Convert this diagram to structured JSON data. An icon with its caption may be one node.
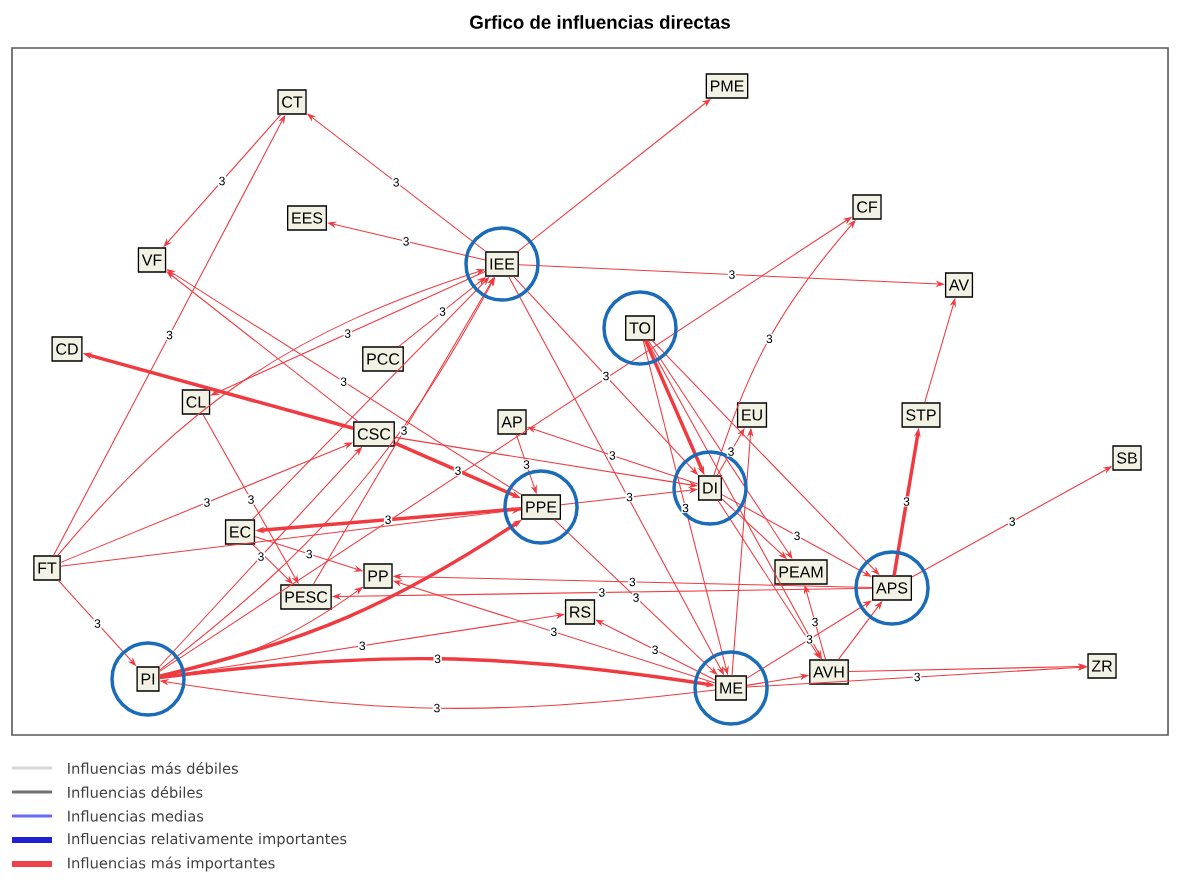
{
  "diagram": {
    "title": "Grfico de influencias directas",
    "nodes": [
      {
        "text": [
          "CT"
        ]
      },
      {
        "text": [
          "PME"
        ]
      },
      {
        "text": [
          "EES"
        ]
      },
      {
        "text": [
          "CF"
        ]
      },
      {
        "text": [
          "VF"
        ]
      },
      {
        "text": [
          "IEE"
        ]
      },
      {
        "text": [
          "AV"
        ]
      },
      {
        "text": [
          "TO"
        ]
      },
      {
        "text": [
          "CD"
        ]
      },
      {
        "text": [
          "PCC"
        ]
      },
      {
        "text": [
          "CL"
        ]
      },
      {
        "text": [
          "CSC"
        ]
      },
      {
        "text": [
          "AP"
        ]
      },
      {
        "text": [
          "EU"
        ]
      },
      {
        "text": [
          "STP"
        ]
      },
      {
        "text": [
          "SB"
        ]
      },
      {
        "text": [
          "DI"
        ]
      },
      {
        "text": [
          "PPE"
        ]
      },
      {
        "text": [
          "EC"
        ]
      },
      {
        "text": [
          "FT"
        ]
      },
      {
        "text": [
          "PP"
        ]
      },
      {
        "text": [
          "PEAM"
        ]
      },
      {
        "text": [
          "APS"
        ]
      },
      {
        "text": [
          "PESC"
        ]
      },
      {
        "text": [
          "RS"
        ]
      },
      {
        "text": [
          "PI"
        ]
      },
      {
        "text": [
          "ME"
        ]
      },
      {
        "text": [
          "AVH"
        ]
      },
      {
        "text": [
          "ZR"
        ]
      }
    ],
    "edges": [
      {
        "from": 5,
        "to": 0,
        "arrow": "to",
        "label": "3"
      },
      {
        "from": 5,
        "to": 2,
        "arrow": "to",
        "label": "3"
      },
      {
        "from": 5,
        "to": 1,
        "arrow": "to"
      },
      {
        "from": 5,
        "to": 6,
        "arrow": "to",
        "label": "3"
      },
      {
        "from": 0,
        "to": 4,
        "arrow": "to",
        "label": "3"
      },
      {
        "from": 19,
        "to": 0,
        "arrow": "to",
        "label": "3"
      },
      {
        "from": 5,
        "to": 10,
        "arrow": "to",
        "label": "3"
      },
      {
        "from": 11,
        "to": 8,
        "arrow": "to",
        "style": "thick"
      },
      {
        "from": 17,
        "to": 4,
        "arrow": "to",
        "label": "3"
      },
      {
        "from": 11,
        "to": 4,
        "arrow": "to"
      },
      {
        "from": 19,
        "to": 5,
        "arrow": "to"
      },
      {
        "from": 19,
        "to": 11,
        "arrow": "to",
        "label": "3"
      },
      {
        "from": 19,
        "to": 17,
        "arrow": "to"
      },
      {
        "from": 19,
        "to": 25,
        "arrow": "to",
        "label": "3"
      },
      {
        "from": 10,
        "to": 23,
        "arrow": "to",
        "label": "3"
      },
      {
        "from": 18,
        "to": 5,
        "arrow": "to"
      },
      {
        "from": 25,
        "to": 5,
        "arrow": "to"
      },
      {
        "from": 23,
        "to": 5,
        "arrow": "to",
        "label": "3"
      },
      {
        "from": 9,
        "to": 5,
        "arrow": "to",
        "label": "3"
      },
      {
        "from": 25,
        "to": 3,
        "arrow": "to"
      },
      {
        "from": 16,
        "to": 3,
        "arrow": "to",
        "label": "3"
      },
      {
        "from": 22,
        "to": 14,
        "arrow": "to",
        "label": "3",
        "style": "thick"
      },
      {
        "from": 14,
        "to": 6,
        "arrow": "to"
      },
      {
        "from": 22,
        "to": 15,
        "arrow": "to",
        "label": "3"
      },
      {
        "from": 27,
        "to": 28,
        "arrow": "to"
      },
      {
        "from": 26,
        "to": 28,
        "arrow": "to",
        "label": "3"
      },
      {
        "from": 7,
        "to": 16,
        "arrow": "to",
        "style": "thick"
      },
      {
        "from": 7,
        "to": 21,
        "arrow": "to"
      },
      {
        "from": 7,
        "to": 26,
        "arrow": "to",
        "label": "3"
      },
      {
        "from": 7,
        "to": 27,
        "arrow": "to"
      },
      {
        "from": 7,
        "to": 22,
        "arrow": "to"
      },
      {
        "from": 5,
        "to": 16,
        "arrow": "to",
        "label": "3"
      },
      {
        "from": 5,
        "to": 26,
        "arrow": "to"
      },
      {
        "from": 12,
        "to": 17,
        "arrow": "to",
        "label": "3"
      },
      {
        "from": 16,
        "to": 12,
        "arrow": "to",
        "label": "3"
      },
      {
        "from": 17,
        "to": 18,
        "arrow": "to",
        "label": "3",
        "style": "thick"
      },
      {
        "from": 25,
        "to": 20,
        "arrow": "to"
      },
      {
        "from": 25,
        "to": 17,
        "arrow": "to",
        "style": "thick"
      },
      {
        "from": 25,
        "to": 11,
        "arrow": "to",
        "label": "3"
      },
      {
        "from": 25,
        "to": 24,
        "arrow": "to",
        "label": "3"
      },
      {
        "from": 25,
        "to": 26,
        "arrow": "to",
        "label": "3",
        "style": "thick"
      },
      {
        "from": 26,
        "to": 25,
        "arrow": "to",
        "label": "3"
      },
      {
        "from": 26,
        "to": 24,
        "arrow": "to",
        "label": "3"
      },
      {
        "from": 22,
        "to": 20,
        "arrow": "to",
        "label": "3"
      },
      {
        "from": 26,
        "to": 20,
        "arrow": "to",
        "label": "3"
      },
      {
        "from": 22,
        "to": 23,
        "arrow": "to",
        "label": "3"
      },
      {
        "from": 16,
        "to": 13,
        "arrow": "to",
        "label": "3"
      },
      {
        "from": 26,
        "to": 13,
        "arrow": "to"
      },
      {
        "from": 26,
        "to": 27,
        "arrow": "to"
      },
      {
        "from": 27,
        "to": 22,
        "arrow": "to"
      },
      {
        "from": 26,
        "to": 22,
        "arrow": "to",
        "label": "3"
      },
      {
        "from": 27,
        "to": 21,
        "arrow": "to",
        "label": "3"
      },
      {
        "from": 16,
        "to": 27,
        "arrow": "to"
      },
      {
        "from": 16,
        "to": 21,
        "arrow": "to"
      },
      {
        "from": 16,
        "to": 22,
        "arrow": "to",
        "label": "3"
      },
      {
        "from": 17,
        "to": 26,
        "arrow": "to",
        "label": "3"
      },
      {
        "from": 17,
        "to": 16,
        "arrow": "to",
        "label": "3"
      },
      {
        "from": 11,
        "to": 17,
        "arrow": "to",
        "label": "3",
        "style": "thick"
      },
      {
        "from": 11,
        "to": 16,
        "arrow": "to"
      },
      {
        "from": 18,
        "to": 23,
        "arrow": "to"
      },
      {
        "from": 18,
        "to": 20,
        "arrow": "to",
        "label": "3"
      }
    ],
    "legend": [
      {
        "text": "Influencias más débiles",
        "color": "#d8d8d8"
      },
      {
        "text": "Influencias débiles",
        "color": "#707070"
      },
      {
        "text": "Influencias medias",
        "color": "#6a6aff"
      },
      {
        "text": "Influencias relativamente importantes",
        "color": "#2020d0"
      },
      {
        "text": "Influencias más importantes",
        "color": "#f04048"
      }
    ]
  }
}
